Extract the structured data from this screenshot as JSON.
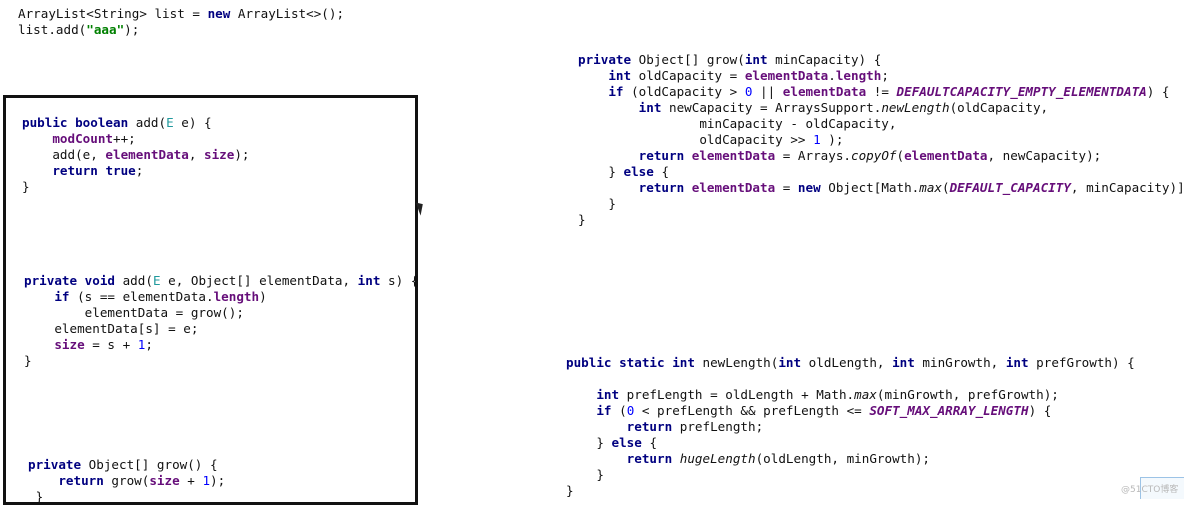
{
  "top_snippet": {
    "line1": {
      "t0": "ArrayList<String> list = ",
      "kw": "new",
      "t1": " ArrayList<>();"
    },
    "line2": {
      "t0": "list.add(",
      "str": "\"aaa\"",
      "t1": ");"
    }
  },
  "add_public": {
    "l1": {
      "kw1": "public",
      "kw2": "boolean",
      "t0": " add(",
      "gen": "E",
      "t1": " e) {"
    },
    "l2": {
      "fld": "modCount",
      "t0": "++;"
    },
    "l3": {
      "t0": "add(e, ",
      "fld1": "elementData",
      "t1": ", ",
      "fld2": "size",
      "t2": ");"
    },
    "l4": {
      "kw": "return",
      "kw2": "true",
      "t0": ";"
    },
    "l5": "}"
  },
  "add_private": {
    "l1": {
      "kw1": "private",
      "kw2": "void",
      "t0": " add(",
      "gen": "E",
      "t1": " e, Object[] elementData, ",
      "kw3": "int",
      "t2": " s) {"
    },
    "l2": {
      "kw": "if",
      "t0": " (s == elementData.",
      "fld": "length",
      "t1": ")"
    },
    "l3": {
      "t0": "elementData = grow();"
    },
    "l4": {
      "t0": "elementData[s] = e;"
    },
    "l5": {
      "fld": "size",
      "t0": " = s + ",
      "num": "1",
      "t1": ";"
    },
    "l6": "}"
  },
  "grow_noarg": {
    "l1": {
      "kw": "private",
      "t0": " Object[] grow() {"
    },
    "l2": {
      "kw": "return",
      "t0": " grow(",
      "fld": "size",
      "t1": " + ",
      "num": "1",
      "t2": ");"
    },
    "l3": "}"
  },
  "grow_min": {
    "l1": {
      "kw1": "private",
      "t0": " Object[] grow(",
      "kw2": "int",
      "t1": " minCapacity) {"
    },
    "l2": {
      "kw": "int",
      "t0": " oldCapacity = ",
      "fld": "elementData",
      "t1": ".",
      "fld2": "length",
      "t2": ";"
    },
    "l3": {
      "kw": "if",
      "t0": " (oldCapacity > ",
      "num": "0",
      "t1": " || ",
      "fld": "elementData",
      "t2": " != ",
      "cst": "DEFAULTCAPACITY_EMPTY_ELEMENTDATA",
      "t3": ") {"
    },
    "l4": {
      "kw": "int",
      "t0": " newCapacity = ArraysSupport.",
      "ital": "newLength",
      "t1": "(oldCapacity,"
    },
    "l5": {
      "t0": "minCapacity - oldCapacity,"
    },
    "l6": {
      "t0": "oldCapacity >> ",
      "num": "1",
      "t1": " );"
    },
    "l7": {
      "kw": "return",
      "t0": " ",
      "fld": "elementData",
      "t1": " = Arrays.",
      "ital": "copyOf",
      "t2": "(",
      "fld2": "elementData",
      "t3": ", newCapacity);"
    },
    "l8": {
      "t0": "} ",
      "kw": "else",
      "t1": " {"
    },
    "l9": {
      "kw": "return",
      "t0": " ",
      "fld": "elementData",
      "t1": " = ",
      "kw2": "new",
      "t2": " Object[Math.",
      "ital": "max",
      "t3": "(",
      "cst": "DEFAULT_CAPACITY",
      "t4": ", minCapacity)]"
    },
    "l10": "}",
    "l11": "}"
  },
  "new_length": {
    "l1": {
      "kw1": "public",
      "kw2": "static",
      "kw3": "int",
      "t0": " newLength(",
      "kw4": "int",
      "t1": " oldLength, ",
      "kw5": "int",
      "t2": " minGrowth, ",
      "kw6": "int",
      "t3": " prefGrowth) {"
    },
    "l2": {
      "kw": "int",
      "t0": " prefLength = oldLength + Math.",
      "ital": "max",
      "t1": "(minGrowth, prefGrowth);"
    },
    "l3": {
      "kw": "if",
      "t0": " (",
      "num": "0",
      "t1": " < prefLength && prefLength <= ",
      "cst": "SOFT_MAX_ARRAY_LENGTH",
      "t2": ") {"
    },
    "l4": {
      "kw": "return",
      "t0": " prefLength;"
    },
    "l5": {
      "t0": "} ",
      "kw": "else",
      "t1": " {"
    },
    "l6": {
      "kw": "return",
      "t0": " ",
      "ital": "hugeLength",
      "t1": "(oldLength, minGrowth);"
    },
    "l7": "}",
    "l8": "}"
  },
  "watermark": "@51CTO博客"
}
